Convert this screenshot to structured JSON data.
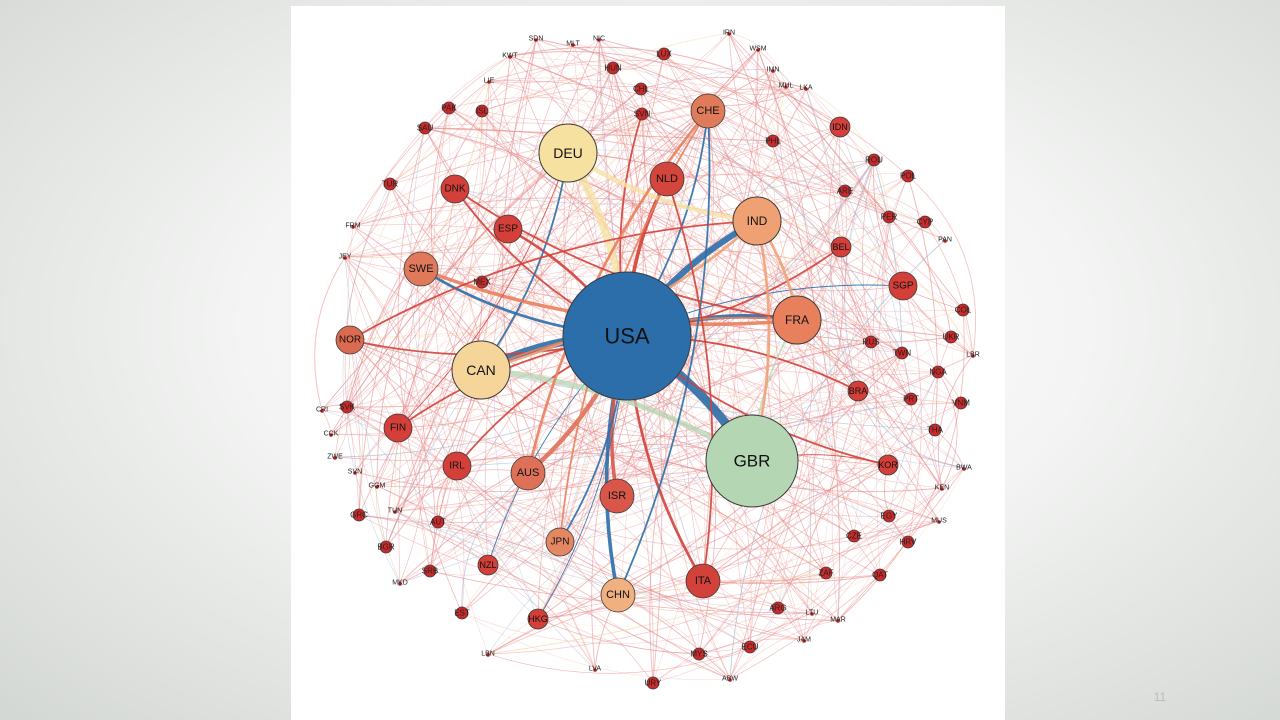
{
  "page_number": "11",
  "colors": {
    "usa": "#2b6ea9",
    "gbr": "#b5d6b3",
    "deu": "#f7e1a1",
    "can": "#f6d59a",
    "ind": "#f0a174",
    "fra": "#e8805d",
    "che": "#e07b5a",
    "swe": "#e0795a",
    "nor": "#dc6a50",
    "aus": "#dd7056",
    "isr": "#d9574a",
    "chn": "#f1b080",
    "jpn": "#e58762",
    "ita": "#d2413a",
    "nld": "#d4453b",
    "mid": "#d43f39",
    "small": "#cc2a2a",
    "edge_red": "#e88a8a",
    "edge_strong": "#cc3b36"
  },
  "network": {
    "nodes": [
      {
        "id": "USA",
        "label": "USA",
        "size": "xl",
        "color": "usa"
      },
      {
        "id": "GBR",
        "label": "GBR",
        "size": "l",
        "color": "gbr"
      },
      {
        "id": "DEU",
        "label": "DEU",
        "size": "m",
        "color": "deu"
      },
      {
        "id": "CAN",
        "label": "CAN",
        "size": "m",
        "color": "can"
      },
      {
        "id": "IND",
        "label": "IND",
        "size": "ms",
        "color": "ind"
      },
      {
        "id": "FRA",
        "label": "FRA",
        "size": "ms",
        "color": "fra"
      },
      {
        "id": "CHE",
        "label": "CHE",
        "size": "s",
        "color": "che"
      },
      {
        "id": "SWE",
        "label": "SWE",
        "size": "s",
        "color": "swe"
      },
      {
        "id": "NOR",
        "label": "NOR",
        "size": "xs",
        "color": "nor"
      },
      {
        "id": "AUS",
        "label": "AUS",
        "size": "s",
        "color": "aus"
      },
      {
        "id": "ISR",
        "label": "ISR",
        "size": "s",
        "color": "isr"
      },
      {
        "id": "CHN",
        "label": "CHN",
        "size": "s",
        "color": "chn"
      },
      {
        "id": "JPN",
        "label": "JPN",
        "size": "xs",
        "color": "jpn"
      },
      {
        "id": "ITA",
        "label": "ITA",
        "size": "s",
        "color": "ita"
      },
      {
        "id": "NLD",
        "label": "NLD",
        "size": "s",
        "color": "nld"
      },
      {
        "id": "ESP",
        "label": "ESP",
        "size": "xs",
        "color": "mid"
      },
      {
        "id": "DNK",
        "label": "DNK",
        "size": "xs",
        "color": "mid"
      },
      {
        "id": "FIN",
        "label": "FIN",
        "size": "xs",
        "color": "mid"
      },
      {
        "id": "IRL",
        "label": "IRL",
        "size": "xs",
        "color": "mid"
      },
      {
        "id": "SGP",
        "label": "SGP",
        "size": "xs",
        "color": "mid"
      },
      {
        "id": "BEL",
        "label": "BEL",
        "size": "xxs",
        "color": "mid"
      },
      {
        "id": "HKG",
        "label": "HKG",
        "size": "xxs",
        "color": "mid"
      },
      {
        "id": "NZL",
        "label": "NZL",
        "size": "xxs",
        "color": "mid"
      },
      {
        "id": "KOR",
        "label": "KOR",
        "size": "xxs",
        "color": "mid"
      },
      {
        "id": "BRA",
        "label": "BRA",
        "size": "xxs",
        "color": "mid"
      },
      {
        "id": "IDN",
        "label": "IDN",
        "size": "xxs",
        "color": "mid"
      },
      {
        "id": "AUT",
        "label": "AUT",
        "size": "tiny",
        "color": "small"
      },
      {
        "id": "ARE",
        "label": "ARE",
        "size": "tiny",
        "color": "small"
      },
      {
        "id": "ZAF",
        "label": "ZAF",
        "size": "tiny",
        "color": "small"
      },
      {
        "id": "TUR",
        "label": "TUR",
        "size": "tiny",
        "color": "small"
      },
      {
        "id": "LUX",
        "label": "LUX",
        "size": "tiny",
        "color": "small"
      },
      {
        "id": "HUN",
        "label": "HUN",
        "size": "tiny",
        "color": "small"
      },
      {
        "id": "PAK",
        "label": "PAK",
        "size": "tiny",
        "color": "small"
      },
      {
        "id": "RUS",
        "label": "RUS",
        "size": "tiny",
        "color": "small"
      },
      {
        "id": "THA",
        "label": "THA",
        "size": "tiny",
        "color": "small"
      },
      {
        "id": "CZE",
        "label": "CZE",
        "size": "tiny",
        "color": "small"
      },
      {
        "id": "MYS",
        "label": "MYS",
        "size": "tiny",
        "color": "small"
      },
      {
        "id": "PRT",
        "label": "PRT",
        "size": "tiny",
        "color": "small"
      },
      {
        "id": "ARG",
        "label": "ARG",
        "size": "tiny",
        "color": "small"
      },
      {
        "id": "EGY",
        "label": "EGY",
        "size": "tiny",
        "color": "small"
      },
      {
        "id": "PHL",
        "label": "PHL",
        "size": "tiny",
        "color": "small"
      },
      {
        "id": "MEX",
        "label": "MEX",
        "size": "tiny",
        "color": "small"
      },
      {
        "id": "NGA",
        "label": "NGA",
        "size": "tiny",
        "color": "small"
      },
      {
        "id": "ROU",
        "label": "ROU",
        "size": "tiny",
        "color": "small"
      },
      {
        "id": "POL",
        "label": "POL",
        "size": "tiny",
        "color": "small"
      },
      {
        "id": "CHL",
        "label": "CHL",
        "size": "tiny",
        "color": "small"
      },
      {
        "id": "TWN",
        "label": "TWN",
        "size": "tiny",
        "color": "small"
      },
      {
        "id": "SRB",
        "label": "SRB",
        "size": "tiny",
        "color": "small"
      },
      {
        "id": "SAU",
        "label": "SAU",
        "size": "tiny",
        "color": "small"
      },
      {
        "id": "ISL",
        "label": "ISL",
        "size": "tiny",
        "color": "small"
      },
      {
        "id": "EST",
        "label": "EST",
        "size": "tiny",
        "color": "small"
      },
      {
        "id": "BGR",
        "label": "BGR",
        "size": "tiny",
        "color": "small"
      },
      {
        "id": "GRC",
        "label": "GRC",
        "size": "tiny",
        "color": "small"
      },
      {
        "id": "SVN",
        "label": "SVN",
        "size": "tiny",
        "color": "small"
      },
      {
        "id": "SVK",
        "label": "SVK",
        "size": "tiny",
        "color": "small"
      },
      {
        "id": "QAT",
        "label": "QAT",
        "size": "tiny",
        "color": "small"
      },
      {
        "id": "HRV",
        "label": "HRV",
        "size": "tiny",
        "color": "small"
      },
      {
        "id": "ECU",
        "label": "ECU",
        "size": "tiny",
        "color": "small"
      },
      {
        "id": "URY",
        "label": "URY",
        "size": "tiny",
        "color": "small"
      },
      {
        "id": "VNM",
        "label": "VNM",
        "size": "tiny",
        "color": "small"
      },
      {
        "id": "PER",
        "label": "PER",
        "size": "tiny",
        "color": "small"
      },
      {
        "id": "COL",
        "label": "COL",
        "size": "tiny",
        "color": "small"
      },
      {
        "id": "UKR",
        "label": "UKR",
        "size": "tiny",
        "color": "small"
      },
      {
        "id": "CYP",
        "label": "CYP",
        "size": "tiny",
        "color": "small"
      },
      {
        "id": "IRN",
        "label": "IRN",
        "size": "label",
        "color": "small"
      },
      {
        "id": "WSM",
        "label": "WSM",
        "size": "label",
        "color": "small"
      },
      {
        "id": "IMN",
        "label": "IMN",
        "size": "label",
        "color": "small"
      },
      {
        "id": "MHL",
        "label": "MHL",
        "size": "label",
        "color": "small"
      },
      {
        "id": "LKA",
        "label": "LKA",
        "size": "label",
        "color": "small"
      },
      {
        "id": "SDN",
        "label": "SDN",
        "size": "label",
        "color": "small"
      },
      {
        "id": "MLT",
        "label": "MLT",
        "size": "label",
        "color": "small"
      },
      {
        "id": "NIC",
        "label": "NIC",
        "size": "label",
        "color": "small"
      },
      {
        "id": "KWT",
        "label": "KWT",
        "size": "label",
        "color": "small"
      },
      {
        "id": "LIE",
        "label": "LIE",
        "size": "label",
        "color": "small"
      },
      {
        "id": "TUN",
        "label": "TUN",
        "size": "label",
        "color": "small"
      },
      {
        "id": "FRM",
        "label": "FRM",
        "size": "label",
        "color": "small"
      },
      {
        "id": "JEY",
        "label": "JEY",
        "size": "label",
        "color": "small"
      },
      {
        "id": "CRI",
        "label": "CRI",
        "size": "label",
        "color": "small"
      },
      {
        "id": "SUB",
        "label": "SUB",
        "size": "label",
        "color": "small"
      },
      {
        "id": "CCK",
        "label": "CCK",
        "size": "label",
        "color": "small"
      },
      {
        "id": "ZWE",
        "label": "ZWE",
        "size": "label",
        "color": "small"
      },
      {
        "id": "SVN2",
        "label": "SVN",
        "size": "label",
        "color": "small"
      },
      {
        "id": "GGM",
        "label": "GGM",
        "size": "label",
        "color": "small"
      },
      {
        "id": "TON",
        "label": "TON",
        "size": "label",
        "color": "small"
      },
      {
        "id": "MKD",
        "label": "MKD",
        "size": "label",
        "color": "small"
      },
      {
        "id": "LBN",
        "label": "LBN",
        "size": "label",
        "color": "small"
      },
      {
        "id": "LVA",
        "label": "LVA",
        "size": "label",
        "color": "small"
      },
      {
        "id": "ABW",
        "label": "ABW",
        "size": "label",
        "color": "small"
      },
      {
        "id": "JAM",
        "label": "JAM",
        "size": "label",
        "color": "small"
      },
      {
        "id": "LTU",
        "label": "LTU",
        "size": "label",
        "color": "small"
      },
      {
        "id": "MAR",
        "label": "MAR",
        "size": "label",
        "color": "small"
      },
      {
        "id": "MUS",
        "label": "MUS",
        "size": "label",
        "color": "small"
      },
      {
        "id": "KEN",
        "label": "KEN",
        "size": "label",
        "color": "small"
      },
      {
        "id": "BWA",
        "label": "BWA",
        "size": "label",
        "color": "small"
      },
      {
        "id": "LBR",
        "label": "LBR",
        "size": "label",
        "color": "small"
      },
      {
        "id": "PAN",
        "label": "PAN",
        "size": "label",
        "color": "small"
      }
    ],
    "edges": [
      {
        "from": "USA",
        "to": "GBR",
        "weight": 10,
        "color": "usa"
      },
      {
        "from": "USA",
        "to": "CAN",
        "weight": 9,
        "color": "usa"
      },
      {
        "from": "USA",
        "to": "IND",
        "weight": 7,
        "color": "usa"
      },
      {
        "from": "USA",
        "to": "DEU",
        "weight": 9,
        "color": "deu"
      },
      {
        "from": "USA",
        "to": "FRA",
        "weight": 5,
        "color": "usa"
      },
      {
        "from": "USA",
        "to": "CHN",
        "weight": 4,
        "color": "usa"
      },
      {
        "from": "USA",
        "to": "AUS",
        "weight": 5,
        "color": "aus"
      },
      {
        "from": "USA",
        "to": "ISR",
        "weight": 4,
        "color": "isr"
      },
      {
        "from": "USA",
        "to": "NLD",
        "weight": 4,
        "color": "ita"
      },
      {
        "from": "USA",
        "to": "CHE",
        "weight": 2,
        "color": "usa"
      },
      {
        "from": "USA",
        "to": "SWE",
        "weight": 3,
        "color": "usa"
      },
      {
        "from": "USA",
        "to": "ITA",
        "weight": 3,
        "color": "ita"
      },
      {
        "from": "USA",
        "to": "JPN",
        "weight": 2,
        "color": "usa"
      },
      {
        "from": "USA",
        "to": "ESP",
        "weight": 3,
        "color": "ita"
      },
      {
        "from": "USA",
        "to": "DNK",
        "weight": 2,
        "color": "ita"
      },
      {
        "from": "USA",
        "to": "IRL",
        "weight": 2,
        "color": "ita"
      },
      {
        "from": "USA",
        "to": "BRA",
        "weight": 2,
        "color": "ita"
      },
      {
        "from": "USA",
        "to": "KOR",
        "weight": 2,
        "color": "ita"
      },
      {
        "from": "USA",
        "to": "SGP",
        "weight": 1,
        "color": "usa"
      },
      {
        "from": "USA",
        "to": "NZL",
        "weight": 1,
        "color": "usa"
      },
      {
        "from": "USA",
        "to": "NOR",
        "weight": 2,
        "color": "ita"
      },
      {
        "from": "USA",
        "to": "FIN",
        "weight": 2,
        "color": "ita"
      },
      {
        "from": "USA",
        "to": "HKG",
        "weight": 1,
        "color": "usa"
      },
      {
        "from": "USA",
        "to": "BEL",
        "weight": 2,
        "color": "ita"
      },
      {
        "from": "USA",
        "to": "SVN",
        "weight": 2,
        "color": "ita"
      },
      {
        "from": "GBR",
        "to": "CAN",
        "weight": 6,
        "color": "gbr"
      },
      {
        "from": "GBR",
        "to": "FRA",
        "weight": 2,
        "color": "gbr"
      },
      {
        "from": "GBR",
        "to": "IND",
        "weight": 3,
        "color": "ind"
      },
      {
        "from": "GBR",
        "to": "KOR",
        "weight": 1,
        "color": "ita"
      },
      {
        "from": "DEU",
        "to": "IND",
        "weight": 5,
        "color": "deu"
      },
      {
        "from": "DEU",
        "to": "CAN",
        "weight": 2,
        "color": "usa"
      },
      {
        "from": "CAN",
        "to": "IND",
        "weight": 3,
        "color": "ind"
      },
      {
        "from": "CAN",
        "to": "FRA",
        "weight": 2,
        "color": "fra"
      },
      {
        "from": "SWE",
        "to": "FRA",
        "weight": 4,
        "color": "fra"
      },
      {
        "from": "IND",
        "to": "FRA",
        "weight": 3,
        "color": "ind"
      },
      {
        "from": "CHE",
        "to": "AUS",
        "weight": 3,
        "color": "fra"
      },
      {
        "from": "CHE",
        "to": "CHN",
        "weight": 2,
        "color": "usa"
      },
      {
        "from": "DNK",
        "to": "FRA",
        "weight": 2,
        "color": "ita"
      },
      {
        "from": "NOR",
        "to": "IND",
        "weight": 2,
        "color": "ita"
      },
      {
        "from": "ITA",
        "to": "NLD",
        "weight": 2,
        "color": "ita"
      },
      {
        "from": "JPN",
        "to": "CHE",
        "weight": 2,
        "color": "fra"
      },
      {
        "from": "FIN",
        "to": "DEU",
        "weight": 1,
        "color": "ita"
      }
    ]
  }
}
